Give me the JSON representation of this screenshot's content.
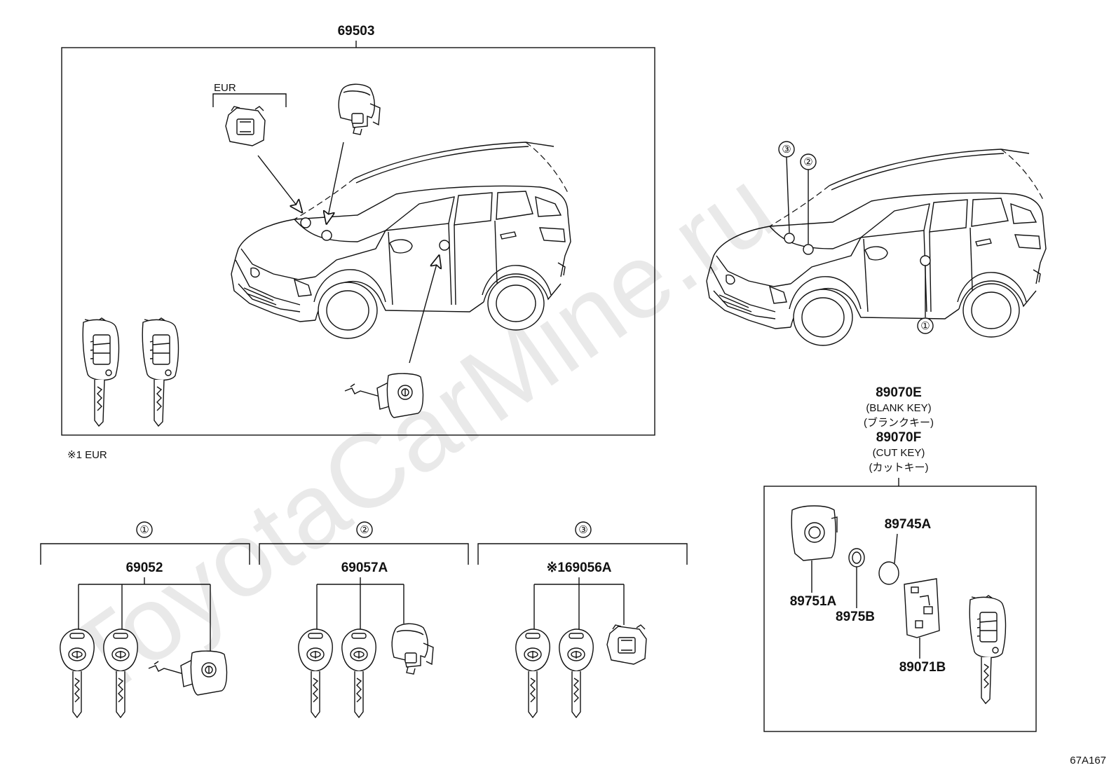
{
  "watermark": "ToyotaCarMine.ru",
  "main_assembly": {
    "part_no": "69503",
    "eur_label": "EUR"
  },
  "footnote": "※1 EUR",
  "callouts": [
    "①",
    "②",
    "③"
  ],
  "groups": [
    {
      "callout": "①",
      "part_no": "69052"
    },
    {
      "callout": "②",
      "part_no": "69057A"
    },
    {
      "callout": "③",
      "part_no": "※169056A"
    }
  ],
  "key_kit": {
    "blank_part_no": "89070E",
    "blank_en": "(BLANK KEY)",
    "blank_jp": "(ブランクキー)",
    "cut_part_no": "89070F",
    "cut_en": "(CUT KEY)",
    "cut_jp": "(カットキー)",
    "parts": [
      "89745A",
      "89751A",
      "8975B",
      "89071B"
    ]
  },
  "diagram_code": "67A167"
}
